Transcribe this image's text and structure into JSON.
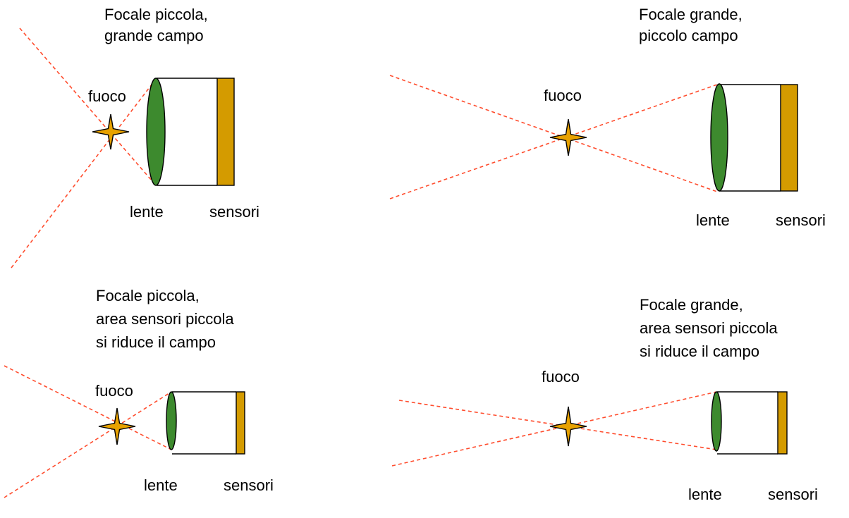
{
  "colors": {
    "ray": "#ff4d2e",
    "lens_fill": "#3d8a2e",
    "sensor_fill": "#d49b00",
    "focus_star_fill": "#e8a200",
    "outline": "#000000",
    "text": "#000000"
  },
  "panels": [
    {
      "caption_lines": [
        "Focale piccola,",
        "grande campo"
      ],
      "focus_label": "fuoco",
      "lens_label": "lente",
      "sensor_label": "sensori"
    },
    {
      "caption_lines": [
        "Focale grande,",
        "piccolo campo"
      ],
      "focus_label": "fuoco",
      "lens_label": "lente",
      "sensor_label": "sensori"
    },
    {
      "caption_lines": [
        "Focale piccola,",
        "area sensori piccola",
        "si riduce il campo"
      ],
      "focus_label": "fuoco",
      "lens_label": "lente",
      "sensor_label": "sensori"
    },
    {
      "caption_lines": [
        "Focale grande,",
        "area sensori piccola",
        "si riduce il campo"
      ],
      "focus_label": "fuoco",
      "lens_label": "lente",
      "sensor_label": "sensori"
    }
  ]
}
